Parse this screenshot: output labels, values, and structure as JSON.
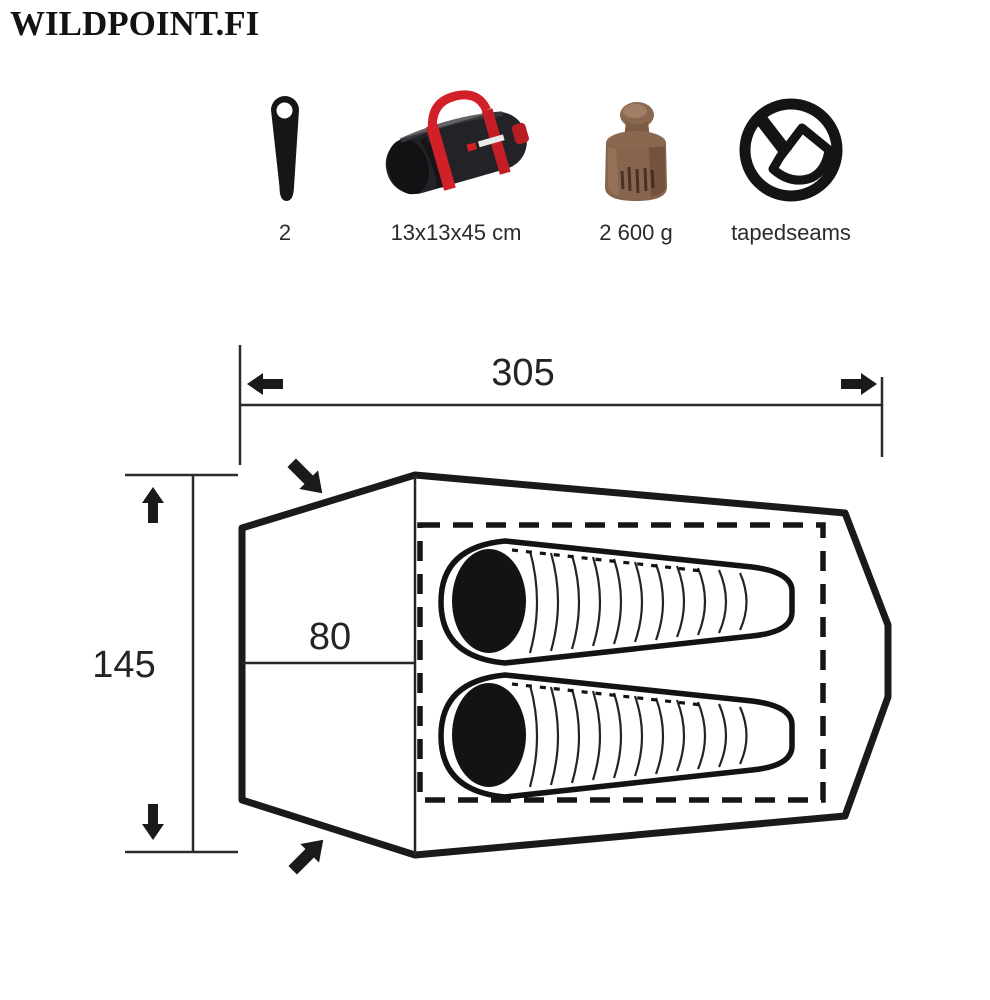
{
  "brand": {
    "logo_text": "WILDPOINT.FI"
  },
  "features": [
    {
      "name": "poles",
      "icon": "tent-pole-icon",
      "label": "2"
    },
    {
      "name": "pack-size",
      "icon": "tent-bag-icon",
      "label": "13x13x45 cm"
    },
    {
      "name": "weight",
      "icon": "weight-icon",
      "label": "2 600 g"
    },
    {
      "name": "taped-seams",
      "icon": "taped-seams-icon",
      "label": "tapedseams"
    }
  ],
  "diagram": {
    "length_cm": "305",
    "width_cm": "145",
    "inner_half_width_cm": "80",
    "description": "tent floor plan with two sleeping bags, dashed inner-tent outline, two entrance arrows"
  },
  "colors": {
    "background": "#ffffff",
    "line": "#1a1a1a",
    "accent_red": "#d22027",
    "weight_brown": "#81604a",
    "bag_black": "#232327"
  }
}
